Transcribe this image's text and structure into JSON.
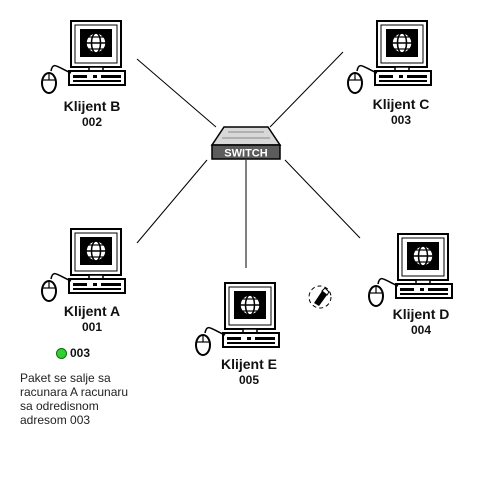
{
  "switch": {
    "label": "SWITCH"
  },
  "clients": [
    {
      "id": "B",
      "name": "Klijent B",
      "address": "002"
    },
    {
      "id": "C",
      "name": "Klijent C",
      "address": "003"
    },
    {
      "id": "A",
      "name": "Klijent A",
      "address": "001"
    },
    {
      "id": "E",
      "name": "Klijent E",
      "address": "005"
    },
    {
      "id": "D",
      "name": "Klijent D",
      "address": "004"
    }
  ],
  "packet": {
    "address": "003",
    "color": "#2fd12f"
  },
  "note": {
    "lines": [
      "Paket se salje sa",
      "racunara A racunaru",
      "sa odredisnom",
      "adresom 003"
    ]
  },
  "icons": {
    "computer": "computer-icon",
    "cursor": "busy-cursor-icon"
  }
}
